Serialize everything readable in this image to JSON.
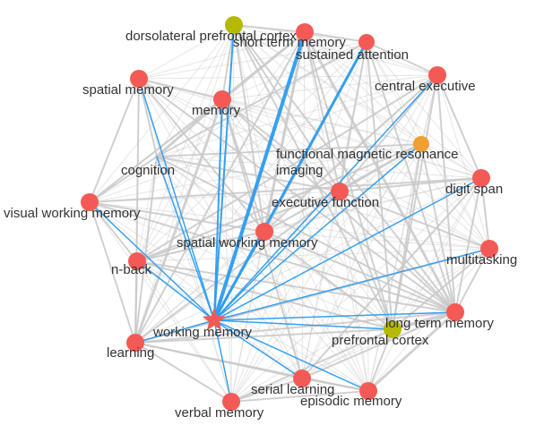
{
  "graph": {
    "nodes": [
      {
        "id": "dlpfc",
        "label": "dorsolateral prefrontal cortex",
        "color": "#b5b900"
      },
      {
        "id": "stm",
        "label": "short term memory",
        "color": "#f45a55"
      },
      {
        "id": "sa",
        "label": "sustained attention",
        "color": "#f45a55"
      },
      {
        "id": "ce",
        "label": "central executive",
        "color": "#f45a55"
      },
      {
        "id": "spm",
        "label": "spatial memory",
        "color": "#f45a55"
      },
      {
        "id": "mem",
        "label": "memory",
        "color": "#f45a55"
      },
      {
        "id": "fmri",
        "label": "functional magnetic resonance imaging",
        "color": "#f0a030"
      },
      {
        "id": "cog",
        "label": "cognition",
        "color": "#f45a55"
      },
      {
        "id": "ds",
        "label": "digit span",
        "color": "#f45a55"
      },
      {
        "id": "ef",
        "label": "executive function",
        "color": "#f45a55"
      },
      {
        "id": "vwm",
        "label": "visual working memory",
        "color": "#f45a55"
      },
      {
        "id": "swm",
        "label": "spatial working memory",
        "color": "#f45a55"
      },
      {
        "id": "mt",
        "label": "multitasking",
        "color": "#f45a55"
      },
      {
        "id": "nb",
        "label": "n-back",
        "color": "#f45a55"
      },
      {
        "id": "ltm",
        "label": "long term memory",
        "color": "#f45a55"
      },
      {
        "id": "wm",
        "label": "working memory",
        "color": "#f45a55"
      },
      {
        "id": "pfc",
        "label": "prefrontal cortex",
        "color": "#b5b900"
      },
      {
        "id": "learn",
        "label": "learning",
        "color": "#f45a55"
      },
      {
        "id": "sl",
        "label": "serial learning",
        "color": "#f45a55"
      },
      {
        "id": "em",
        "label": "episodic memory",
        "color": "#f45a55"
      },
      {
        "id": "verb",
        "label": "verbal memory",
        "color": "#f45a55"
      }
    ],
    "links_to_focus": [
      "dlpfc",
      "stm",
      "sa",
      "ce",
      "spm",
      "mem",
      "fmri",
      "cog",
      "ds",
      "ef",
      "vwm",
      "swm",
      "mt",
      "nb",
      "ltm",
      "pfc",
      "learn",
      "sl",
      "em",
      "verb"
    ],
    "focus": "wm",
    "focus_color": "#2b9cf0",
    "edge_color": "#c8c8c8"
  }
}
